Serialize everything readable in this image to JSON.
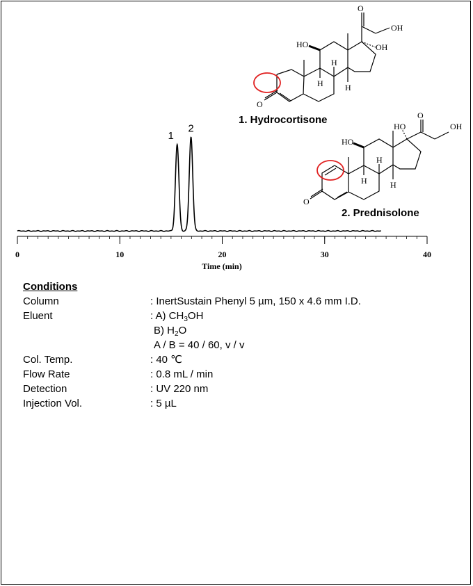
{
  "chart_data": {
    "type": "line",
    "title": "",
    "xlabel": "Time (min)",
    "ylabel": "",
    "xlim": [
      0,
      40
    ],
    "ylim": [
      0,
      100
    ],
    "x_ticks": [
      "0",
      "10",
      "20",
      "30",
      "40"
    ],
    "grid": false,
    "legend": "none",
    "line_color": "#000000",
    "highlight_color": "#e02020",
    "trace_end": 35.5,
    "baseline": 2,
    "peaks": [
      {
        "label": "1",
        "rt": 15.6,
        "height": 92,
        "width": 0.17
      },
      {
        "label": "2",
        "rt": 16.95,
        "height": 100,
        "width": 0.17
      }
    ],
    "compounds": [
      {
        "name": "1. Hydrocortisone",
        "atoms": [
          "O",
          "OH",
          "HO",
          "OH",
          "H",
          "H",
          "H",
          "O"
        ]
      },
      {
        "name": "2. Prednisolone",
        "atoms": [
          "O",
          "OH",
          "HO",
          "HO",
          "H",
          "H",
          "H",
          "O"
        ]
      }
    ]
  },
  "conditions": {
    "heading": "Conditions",
    "column": {
      "key": "Column",
      "val": ": InertSustain Phenyl 5 µm, 150 x 4.6 mm I.D."
    },
    "eluent": {
      "key": "Eluent",
      "a_pre": ": A) CH",
      "a_sub": "3",
      "a_post": "OH",
      "b_pre": "B) H",
      "b_sub": "2",
      "b_post": "O",
      "ratio": "A / B = 40 / 60, v / v"
    },
    "temp": {
      "key": "Col. Temp.",
      "val": ": 40 ℃"
    },
    "flow": {
      "key": "Flow Rate",
      "val": ": 0.8 mL / min"
    },
    "detection": {
      "key": "Detection",
      "val": ": UV 220 nm"
    },
    "injection": {
      "key": "Injection Vol.",
      "val": ": 5 µL"
    }
  }
}
